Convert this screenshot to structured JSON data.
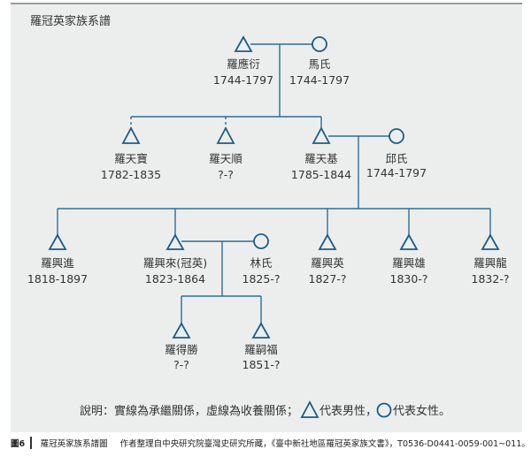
{
  "title": "羅冠英家族系譜",
  "colors": {
    "line": "#2b6e96",
    "symbol": "#1d5c86",
    "panel": "#eceeee"
  },
  "people": {
    "luo_yingyan": {
      "name": "羅應衍",
      "years": "1744-1797",
      "sex": "male"
    },
    "ma_shi": {
      "name": "馬氏",
      "years": "1744-1797",
      "sex": "female"
    },
    "luo_tianbao": {
      "name": "羅天寶",
      "years": "1782-1835",
      "sex": "male",
      "relation": "adopted"
    },
    "luo_tianshun": {
      "name": "羅天順",
      "years": "?-?",
      "sex": "male",
      "relation": "adopted"
    },
    "luo_tianji": {
      "name": "羅天基",
      "years": "1785-1844",
      "sex": "male"
    },
    "qiu_shi": {
      "name": "邱氏",
      "years": "1744-1797",
      "sex": "female"
    },
    "luo_xingjin": {
      "name": "羅興進",
      "years": "1818-1897",
      "sex": "male"
    },
    "luo_xinglai": {
      "name": "羅興來(冠英)",
      "years": "1823-1864",
      "sex": "male"
    },
    "lin_shi": {
      "name": "林氏",
      "years": "1825-?",
      "sex": "female"
    },
    "luo_xingying": {
      "name": "羅興英",
      "years": "1827-?",
      "sex": "male"
    },
    "luo_xingxiong": {
      "name": "羅興雄",
      "years": "1830-?",
      "sex": "male"
    },
    "luo_xinglong": {
      "name": "羅興龍",
      "years": "1832-?",
      "sex": "male"
    },
    "luo_desheng": {
      "name": "羅得勝",
      "years": "?-?",
      "sex": "male"
    },
    "luo_sifu": {
      "name": "羅嗣福",
      "years": "1851-?",
      "sex": "male"
    }
  },
  "legend": {
    "prefix": "說明：實線為承繼關係，虛線為收養關係；",
    "male": "代表男性，",
    "female": "代表女性。"
  },
  "caption": {
    "figure": "圖6",
    "title": "羅冠英家族系譜圖",
    "source": "作者整理自中央研究院臺灣史研究所藏，《臺中新社地區羅冠英家族文書》，T0536-D0441-0059-001~011。"
  }
}
